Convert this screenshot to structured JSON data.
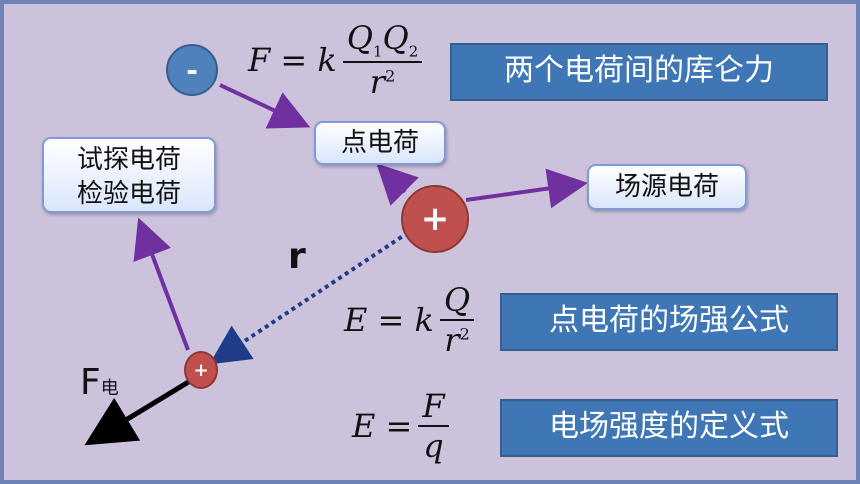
{
  "labels": {
    "coulomb": "两个电荷间的库仑力",
    "point_charge_field": "点电荷的场强公式",
    "field_definition": "电场强度的定义式",
    "point_charge": "点电荷",
    "source_charge": "场源电荷",
    "test_charge_line1": "试探电荷",
    "test_charge_line2": "检验电荷"
  },
  "charges": {
    "negative_sign": "-",
    "source_sign": "+",
    "test_sign": "+"
  },
  "distance_label": "r",
  "force_label": {
    "main": "F",
    "sub": "电"
  },
  "formulas": {
    "coulomb": {
      "lhs": "F = k",
      "num_q1": "Q",
      "num_q1_sub": "1",
      "num_q2": "Q",
      "num_q2_sub": "2",
      "den": "r",
      "den_exp": "2"
    },
    "point_field": {
      "lhs": "E = k",
      "num": "Q",
      "den": "r",
      "den_exp": "2"
    },
    "definition": {
      "lhs": "E =",
      "num": "F",
      "den": "q"
    }
  },
  "colors": {
    "background": "#cdc2dc",
    "label_blue": "#3f77b6",
    "arrow_purple": "#7030a0",
    "positive_charge": "#c0504d",
    "negative_charge": "#4f81bd",
    "distance_line": "#1f3c88"
  }
}
